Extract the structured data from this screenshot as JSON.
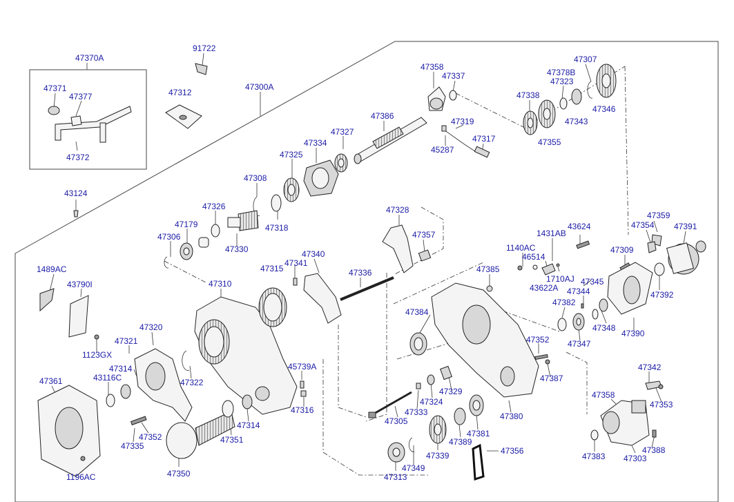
{
  "labels": {
    "p47370A": "47370A",
    "p91722": "91722",
    "p47371": "47371",
    "p47377": "47377",
    "p47312": "47312",
    "p47300A": "47300A",
    "p47372": "47372",
    "p43124": "43124",
    "p47358a": "47358",
    "p47337": "47337",
    "p47307": "47307",
    "p47378B": "47378B",
    "p47323": "47323",
    "p47338": "47338",
    "p47386": "47386",
    "p47319": "47319",
    "p47343": "47343",
    "p47346": "47346",
    "p47355": "47355",
    "p47317": "47317",
    "p45287": "45287",
    "p47327": "47327",
    "p47334": "47334",
    "p47325": "47325",
    "p47308": "47308",
    "p47328": "47328",
    "p47326": "47326",
    "p47179": "47179",
    "p47318": "47318",
    "p47359": "47359",
    "p47306": "47306",
    "p47330": "47330",
    "p47357": "47357",
    "p47354": "47354",
    "p47391": "47391",
    "p1431AB": "1431AB",
    "p43624": "43624",
    "p47340": "47340",
    "p1140AC": "1140AC",
    "p46514": "46514",
    "p47309": "47309",
    "p47341": "47341",
    "p47315": "47315",
    "p47336": "47336",
    "p47385": "47385",
    "p1489AC": "1489AC",
    "p1710AJ": "1710AJ",
    "p43622A": "43622A",
    "p47345": "47345",
    "p43790I": "43790I",
    "p47310": "47310",
    "p47344": "47344",
    "p47392": "47392",
    "p47382": "47382",
    "p47384": "47384",
    "p47348": "47348",
    "p47320": "47320",
    "p47390": "47390",
    "p47347": "47347",
    "p1123GX": "1123GX",
    "p47321": "47321",
    "p47352a": "47352",
    "p47314a": "47314",
    "p45739A": "45739A",
    "p43116C": "43116C",
    "p47322": "47322",
    "p47387": "47387",
    "p47342": "47342",
    "p47361": "47361",
    "p47329": "47329",
    "p47358b": "47358",
    "p47353": "47353",
    "p47324": "47324",
    "p47316": "47316",
    "p47333": "47333",
    "p47305": "47305",
    "p47380": "47380",
    "p47314b": "47314",
    "p47352b": "47352",
    "p47351": "47351",
    "p47381": "47381",
    "p47389": "47389",
    "p47335": "47335",
    "p47356": "47356",
    "p47388": "47388",
    "p47383": "47383",
    "p47339": "47339",
    "p47303": "47303",
    "p47349": "47349",
    "p47350": "47350",
    "p1196AC": "1196AC",
    "p47313": "47313"
  },
  "colors": {
    "label": "#1a1aa6",
    "line": "#333333",
    "background": "#ffffff"
  }
}
